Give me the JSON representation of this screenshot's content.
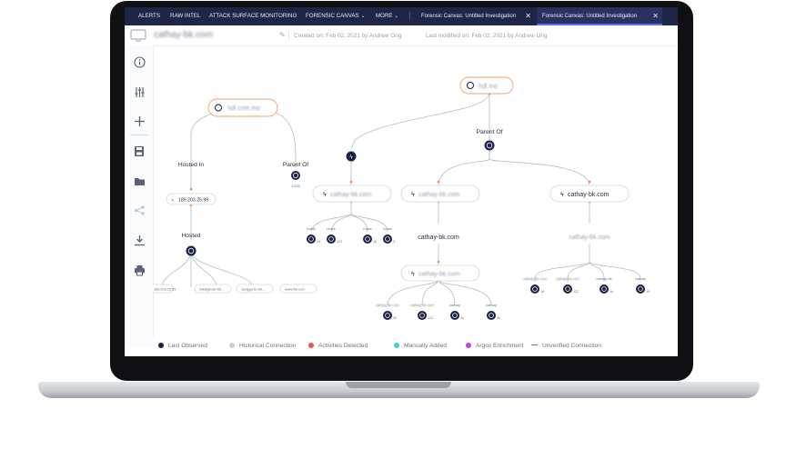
{
  "nav": {
    "items": [
      "ALERTS",
      "RAW INTEL",
      "ATTACK SURFACE MONITORING",
      "FORENSIC CANVAS",
      "MORE"
    ],
    "tabs": [
      "Forensic Canvas: Untitled Investigation",
      "Forensic Canvas: Untitled Investigation"
    ]
  },
  "header": {
    "title": "cathay-bk.com",
    "created": "Created on: Feb 02, 2021 by Andrew Ong",
    "modified": "Last modified on: Feb 02, 2021 by Andrew Ong"
  },
  "graph": {
    "left_root": "hdl.com.mo",
    "right_root": "hdl.mo",
    "ip": "189.203.25.99",
    "hosted_in": "Hosted In",
    "parent_of": "Parent Of",
    "hosted": "Hosted",
    "left_parent_count": "1/152",
    "parent_of_right": "Parent Of",
    "domain_a": "cathay-bk.com",
    "domain_b": "cathay-bk.com",
    "domain_c": "cathay-bk.com",
    "domain_d": "cathay-bk.com",
    "mid_label": "cathay-bk.com",
    "right_mid_label": "cathay-bk.com",
    "hosted_leaves": [
      "189.203.25.99",
      "hdl@gmail.hdl...",
      "sanggaria.hdl...",
      "www.hdl.com"
    ],
    "a_leaves": [
      {
        "label": "hosts",
        "count": "14"
      },
      {
        "label": "hosts",
        "count": "122"
      },
      {
        "label": "hosts",
        "count": "1k"
      },
      {
        "label": "hosts",
        "count": "3"
      }
    ],
    "d_leaves": [
      {
        "label": "cathay-bk.com",
        "count": "18"
      },
      {
        "label": "cathay-bk.com",
        "count": "122"
      },
      {
        "label": "cathay-bk",
        "count": "1k"
      },
      {
        "label": "cathay",
        "count": "15"
      }
    ],
    "e_leaves": [
      {
        "label": "cathay-bk.com",
        "count": "3k"
      },
      {
        "label": "cathay-bk.com",
        "count": "122"
      },
      {
        "label": "cathay",
        "count": "1k"
      },
      {
        "label": "cathay",
        "count": "3k"
      }
    ]
  },
  "legend": [
    {
      "label": "Last Observed",
      "color": "#1c2148"
    },
    {
      "label": "Historical Connection",
      "color": "#c9ccd4"
    },
    {
      "label": "Activities Detected",
      "color": "#f05545"
    },
    {
      "label": "Manually Added",
      "color": "#43cfd6"
    },
    {
      "label": "Argos Enrichment",
      "color": "#c840e8"
    },
    {
      "label": "Unverified Connection",
      "color": "#6c7285"
    }
  ],
  "sidebar": {
    "icons": [
      "info-icon",
      "sliders-icon",
      "plus-icon",
      "save-icon",
      "folder-icon",
      "share-icon",
      "download-icon",
      "print-icon"
    ]
  }
}
